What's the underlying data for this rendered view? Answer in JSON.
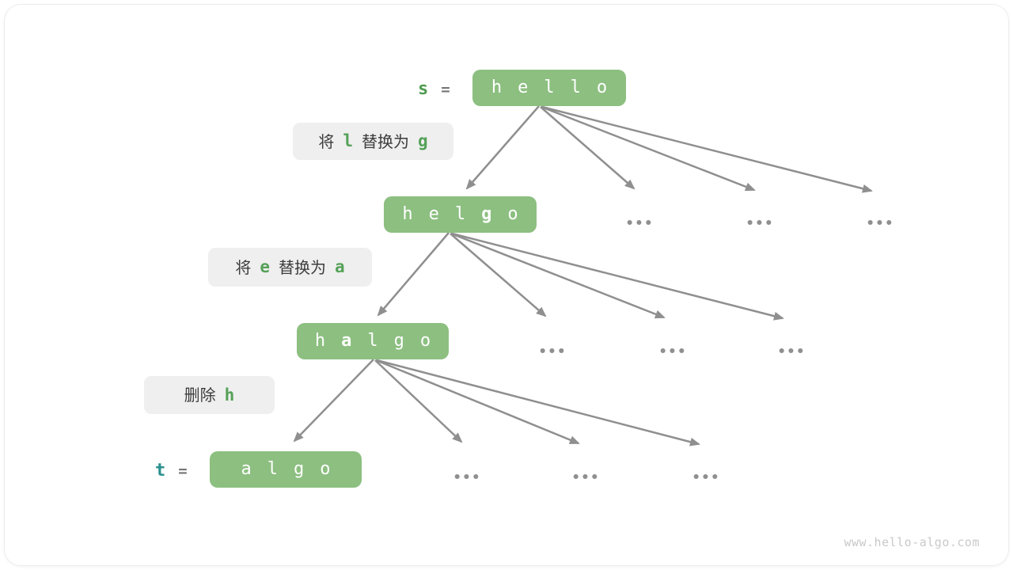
{
  "colors": {
    "node_fill": "#8cbf80",
    "node_text": "#ffffff",
    "code_green": "#55a158",
    "var_s_color": "#4e9b50",
    "var_t_color": "#2b8f8f",
    "equals_gray": "#757575",
    "arrow_gray": "#8f8f8f",
    "label_bg": "#efefef",
    "label_text": "#3c3c3c",
    "watermark_gray": "#c9c9c9"
  },
  "nodes": [
    {
      "variable": "s",
      "equals": "=",
      "word": "hello",
      "chars": [
        "h",
        "e",
        "l",
        "l",
        "o"
      ],
      "bold_index": -1
    },
    {
      "word": "helgo",
      "chars": [
        "h",
        "e",
        "l",
        "g",
        "o"
      ],
      "bold_index": 3
    },
    {
      "word": "halgo",
      "chars": [
        "h",
        "a",
        "l",
        "g",
        "o"
      ],
      "bold_index": 1
    },
    {
      "variable": "t",
      "equals": "=",
      "word": "algo",
      "chars": [
        "a",
        "l",
        "g",
        "o"
      ],
      "bold_index": -1
    }
  ],
  "operations": [
    {
      "segments": [
        {
          "text": "将",
          "code": false
        },
        {
          "text": "l",
          "code": true
        },
        {
          "text": "替换为",
          "code": false
        },
        {
          "text": "g",
          "code": true
        }
      ]
    },
    {
      "segments": [
        {
          "text": "将",
          "code": false
        },
        {
          "text": "e",
          "code": true
        },
        {
          "text": "替换为",
          "code": false
        },
        {
          "text": "a",
          "code": true
        }
      ]
    },
    {
      "segments": [
        {
          "text": "删除",
          "code": false
        },
        {
          "text": "h",
          "code": true
        }
      ]
    }
  ],
  "ellipsis": "•••",
  "watermark": "www.hello-algo.com"
}
